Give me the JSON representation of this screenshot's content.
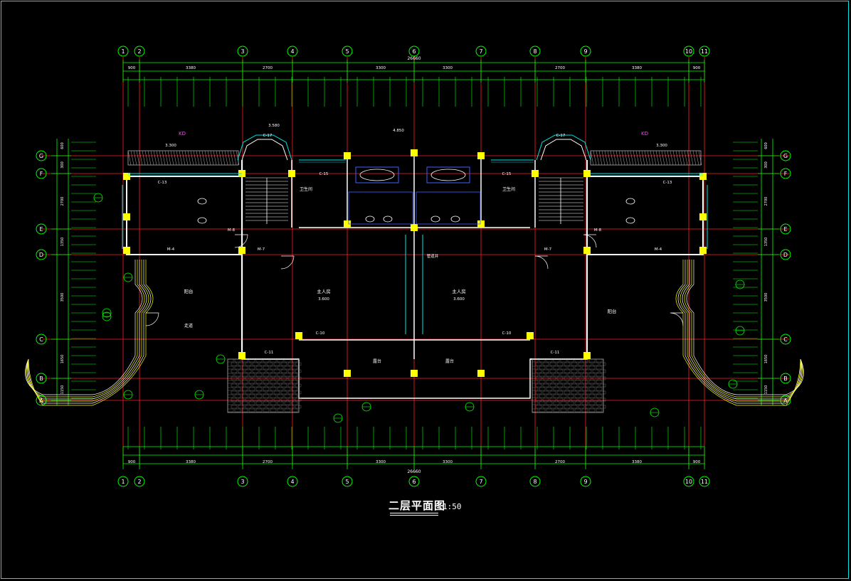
{
  "drawing": {
    "title": "二层平面图",
    "scale": "1:50"
  },
  "grid_columns": [
    "1",
    "2",
    "3",
    "4",
    "5",
    "6",
    "7",
    "8",
    "9",
    "10",
    "11"
  ],
  "grid_rows": [
    "G",
    "F",
    "E",
    "D",
    "C",
    "B",
    "A"
  ],
  "overall_dimension_top": "26660",
  "overall_dimension_bottom": "26660",
  "top_dims_row1": [
    "900",
    "3380",
    "2700",
    "3300",
    "3300",
    "2700",
    "3380",
    "900"
  ],
  "bottom_dims_row1": [
    "900",
    "3380",
    "2700",
    "3300",
    "3300",
    "2700",
    "3380",
    "900"
  ],
  "side_dims_left": [
    "600",
    "300",
    "2700",
    "1350",
    "3500",
    "1650",
    "1150",
    "600"
  ],
  "side_dims_right": [
    "600",
    "300",
    "2700",
    "1350",
    "3500",
    "1650",
    "1150",
    "600"
  ],
  "room_labels": {
    "master_bedroom_left": "主人房",
    "master_bedroom_right": "主人房",
    "master_elev_left": "3.600",
    "master_elev_right": "3.600",
    "balcony_left": "阳台",
    "balcony_right": "阳台",
    "corridor_left": "走道",
    "bath_left": "卫生间",
    "bath_right": "卫生间",
    "duct": "管道井",
    "terrace_left": "露台",
    "terrace_right": "露台",
    "elev_level": "3.300",
    "elev_level_2": "3.580",
    "elev_level_3": "4.850"
  },
  "tags": {
    "kd_left": "KD",
    "kd_right": "KD",
    "c15": "C-15",
    "c13": "C-13",
    "c11": "C-11",
    "c10": "C-10",
    "c17": "C-17",
    "m4": "M-4",
    "m7": "M-7",
    "m8": "M-8"
  },
  "colors": {
    "background": "#000000",
    "frame": "#00e5e5",
    "grid_axis": "#ff2020",
    "dimension": "#00ff00",
    "wall": "#ffffff",
    "column": "#ffff00",
    "text": "#ffffff",
    "cyan_detail": "#00e5e5",
    "magenta_tag": "#ff40ff",
    "blue_fixture": "#4060ff",
    "grey_hatch": "#b0b0b0"
  }
}
